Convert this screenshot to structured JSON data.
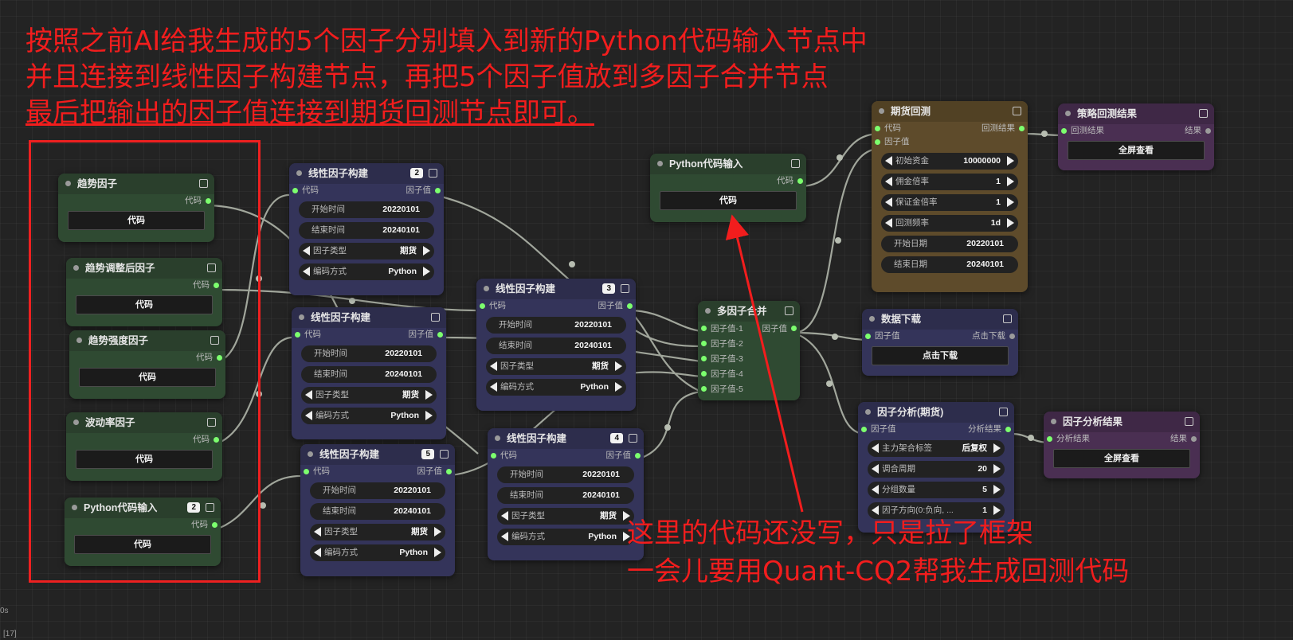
{
  "annotations": {
    "top_lines": [
      "按照之前AI给我生成的5个因子分别填入到新的Python代码输入节点中",
      "并且连接到线性因子构建节点，再把5个因子值放到多因子合并节点",
      "最后把输出的因子值连接到期货回测节点即可。"
    ],
    "bottom_lines": [
      "这里的代码还没写，只是拉了框架",
      "一会儿要用Quant-CQ2帮我生成回测代码"
    ],
    "accent_color": "#f21d1d"
  },
  "corner": {
    "left_text_1": "0s",
    "left_text_2": "[17]"
  },
  "factor_nodes": [
    {
      "title": "趋势因子",
      "output_label": "代码",
      "button": "代码",
      "badge": ""
    },
    {
      "title": "趋势调整后因子",
      "output_label": "代码",
      "button": "代码",
      "badge": ""
    },
    {
      "title": "趋势强度因子",
      "output_label": "代码",
      "button": "代码",
      "badge": ""
    },
    {
      "title": "波动率因子",
      "output_label": "代码",
      "button": "代码",
      "badge": ""
    },
    {
      "title": "Python代码输入",
      "output_label": "代码",
      "button": "代码",
      "badge": "2"
    }
  ],
  "linear_nodes": [
    {
      "title": "线性因子构建",
      "badge": "2",
      "in": "代码",
      "out": "因子值",
      "start_label": "开始时间",
      "start": "20220101",
      "end_label": "结束时间",
      "end": "20240101",
      "type_label": "因子类型",
      "type": "期货",
      "enc_label": "编码方式",
      "enc": "Python"
    },
    {
      "title": "线性因子构建",
      "badge": "",
      "in": "代码",
      "out": "因子值",
      "start_label": "开始时间",
      "start": "20220101",
      "end_label": "结束时间",
      "end": "20240101",
      "type_label": "因子类型",
      "type": "期货",
      "enc_label": "编码方式",
      "enc": "Python"
    },
    {
      "title": "线性因子构建",
      "badge": "5",
      "in": "代码",
      "out": "因子值",
      "start_label": "开始时间",
      "start": "20220101",
      "end_label": "结束时间",
      "end": "20240101",
      "type_label": "因子类型",
      "type": "期货",
      "enc_label": "编码方式",
      "enc": "Python"
    },
    {
      "title": "线性因子构建",
      "badge": "3",
      "in": "代码",
      "out": "因子值",
      "start_label": "开始时间",
      "start": "20220101",
      "end_label": "结束时间",
      "end": "20240101",
      "type_label": "因子类型",
      "type": "期货",
      "enc_label": "编码方式",
      "enc": "Python"
    },
    {
      "title": "线性因子构建",
      "badge": "4",
      "in": "代码",
      "out": "因子值",
      "start_label": "开始时间",
      "start": "20220101",
      "end_label": "结束时间",
      "end": "20240101",
      "type_label": "因子类型",
      "type": "期货",
      "enc_label": "编码方式",
      "enc": "Python"
    }
  ],
  "python_input": {
    "title": "Python代码输入",
    "output_label": "代码",
    "button": "代码"
  },
  "merge_node": {
    "title": "多因子合并",
    "inputs": [
      "因子值-1",
      "因子值-2",
      "因子值-3",
      "因子值-4",
      "因子值-5"
    ],
    "output": "因子值"
  },
  "backtest_node": {
    "title": "期货回测",
    "in_code": "代码",
    "in_factor": "因子值",
    "out": "回测结果",
    "widgets": [
      {
        "label": "初始资金",
        "value": "10000000"
      },
      {
        "label": "佣金倍率",
        "value": "1"
      },
      {
        "label": "保证金倍率",
        "value": "1"
      },
      {
        "label": "回测频率",
        "value": "1d"
      }
    ],
    "dates": [
      {
        "label": "开始日期",
        "value": "20220101"
      },
      {
        "label": "结束日期",
        "value": "20240101"
      }
    ]
  },
  "backtest_result_node": {
    "title": "策略回测结果",
    "in": "回测结果",
    "out": "结果",
    "button": "全屏查看"
  },
  "download_node": {
    "title": "数据下载",
    "in": "因子值",
    "out": "点击下载",
    "button": "点击下载"
  },
  "analysis_node": {
    "title": "因子分析(期货)",
    "in": "因子值",
    "out": "分析结果",
    "widgets": [
      {
        "label": "主力架合标签",
        "value": "后复权"
      },
      {
        "label": "调合周期",
        "value": "20"
      },
      {
        "label": "分组数量",
        "value": "5"
      },
      {
        "label": "因子方向(0:负向, ...",
        "value": "1"
      }
    ]
  },
  "analysis_result_node": {
    "title": "因子分析结果",
    "in": "分析结果",
    "out": "结果",
    "button": "全屏查看"
  },
  "colors": {
    "socket_active": "#7CFF6E",
    "wire": "#b7bdb1",
    "annotation": "#f21d1d"
  }
}
